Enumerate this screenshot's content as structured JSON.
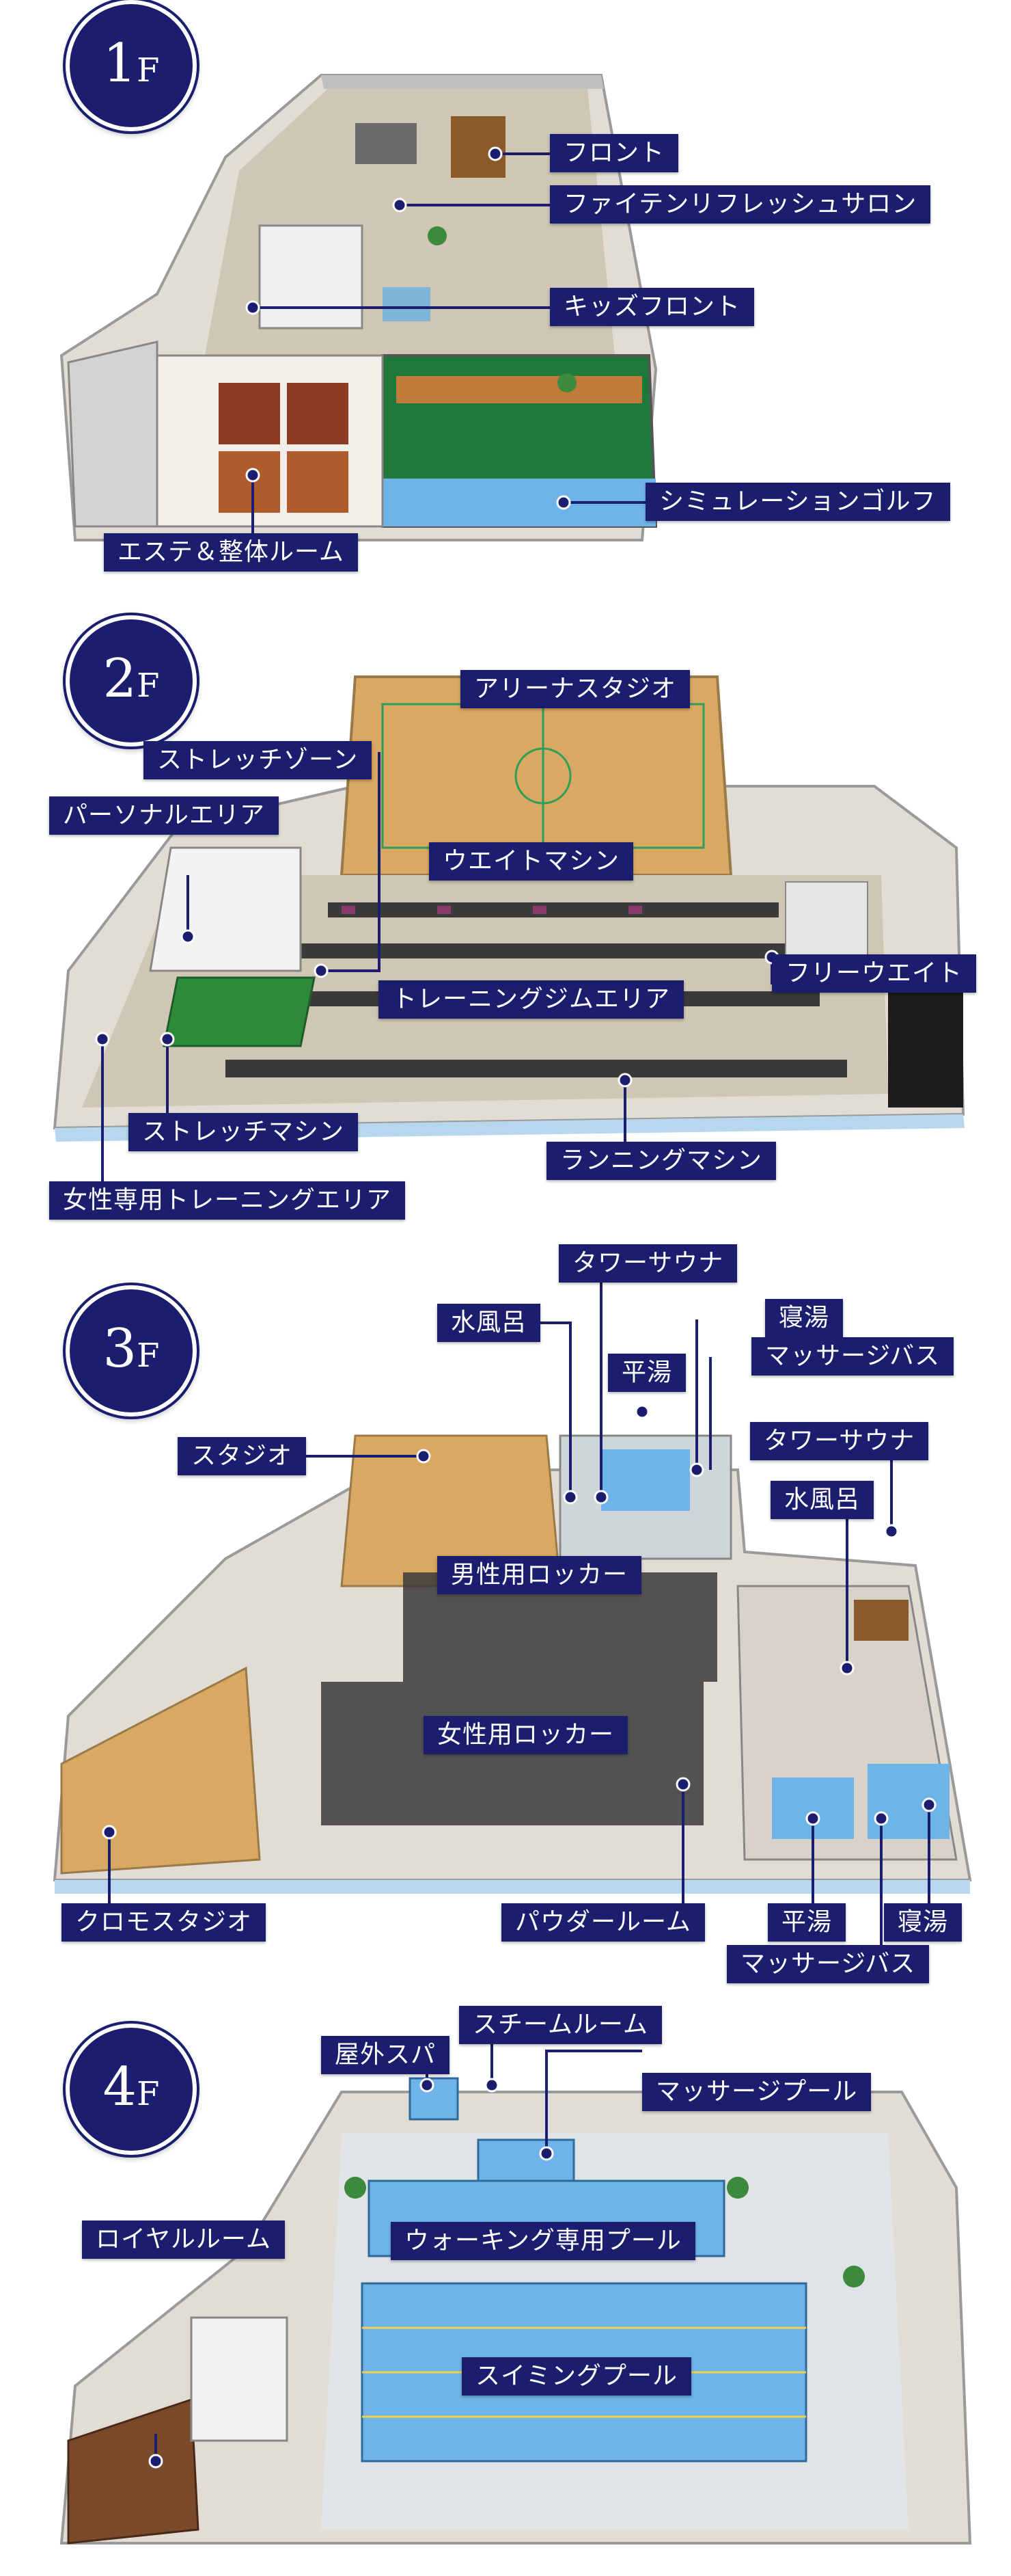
{
  "colors": {
    "label_bg": "#1b1d6e",
    "label_text": "#ffffff",
    "wood_floor": "#d9a862",
    "golf_green": "#1e7a3a",
    "pool_water": "#6fb4e8",
    "wall_gray": "#c8c8c8",
    "carpet_beige": "#cfc6b4"
  },
  "floors": [
    {
      "level": "1",
      "suffix": "F",
      "labels": [
        "フロント",
        "ファイテンリフレッシュサロン",
        "キッズフロント",
        "シミュレーションゴルフ",
        "エステ＆整体ルーム"
      ]
    },
    {
      "level": "2",
      "suffix": "F",
      "labels": [
        "アリーナスタジオ",
        "ストレッチゾーン",
        "パーソナルエリア",
        "ウエイトマシン",
        "フリーウエイト",
        "トレーニングジムエリア",
        "ストレッチマシン",
        "ランニングマシン",
        "女性専用トレーニングエリア"
      ]
    },
    {
      "level": "3",
      "suffix": "F",
      "labels": [
        "タワーサウナ",
        "水風呂",
        "寝湯",
        "平湯",
        "マッサージバス",
        "タワーサウナ",
        "スタジオ",
        "水風呂",
        "男性用ロッカー",
        "女性用ロッカー",
        "クロモスタジオ",
        "パウダールーム",
        "平湯",
        "寝湯",
        "マッサージバス"
      ]
    },
    {
      "level": "4",
      "suffix": "F",
      "labels": [
        "スチームルーム",
        "屋外スパ",
        "マッサージプール",
        "ロイヤルルーム",
        "ウォーキング専用プール",
        "スイミングプール"
      ]
    }
  ]
}
